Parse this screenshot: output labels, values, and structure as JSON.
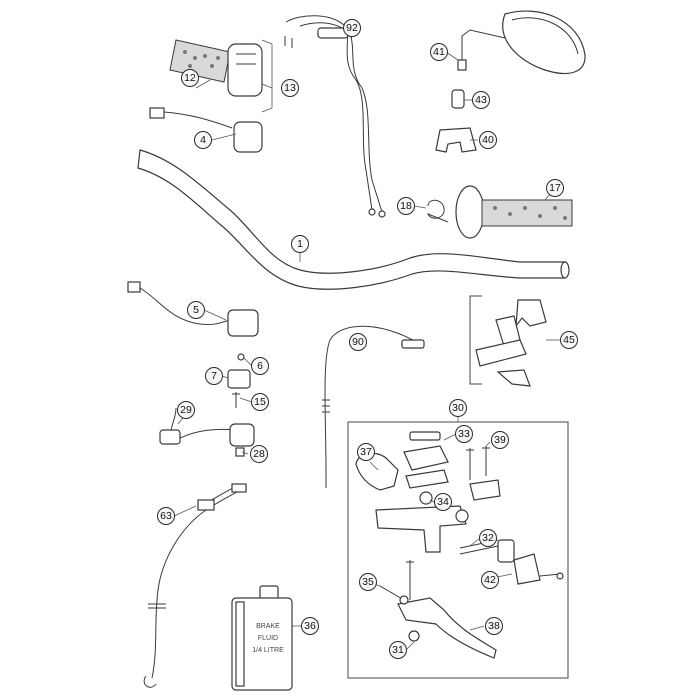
{
  "diagram": {
    "callouts": [
      "1",
      "4",
      "5",
      "6",
      "7",
      "12",
      "13",
      "15",
      "17",
      "18",
      "28",
      "29",
      "30",
      "31",
      "32",
      "33",
      "34",
      "35",
      "36",
      "37",
      "38",
      "39",
      "40",
      "41",
      "42",
      "43",
      "45",
      "63",
      "90",
      "92"
    ]
  },
  "bottle": {
    "line1": "BRAKE",
    "line2": "FLUID",
    "line3": "1/4 LITRE"
  }
}
